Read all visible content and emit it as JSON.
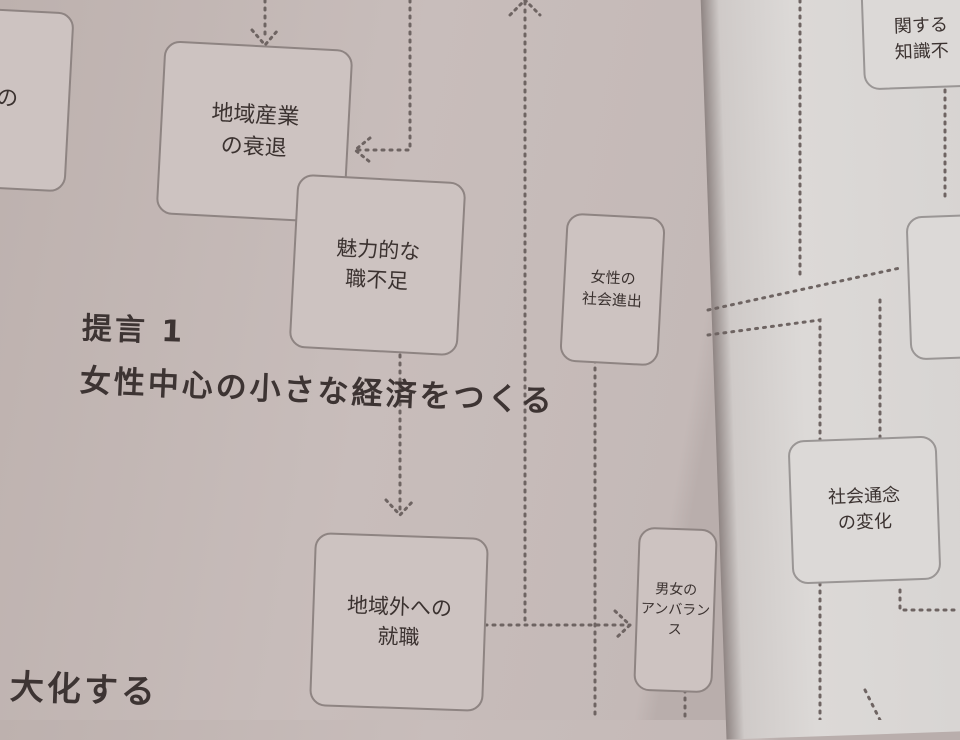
{
  "diagram": {
    "nodes": {
      "left_partial": "の",
      "regional_industry_decline": [
        "地域産業",
        "の衰退"
      ],
      "lack_of_attractive_jobs": [
        "魅力的な",
        "職不足"
      ],
      "women_social_advance": [
        "女性の",
        "社会進出"
      ],
      "employment_outside_region": [
        "地域外への",
        "就職"
      ],
      "gender_imbalance": [
        "男女の",
        "アンバランス"
      ],
      "social_norm_change": [
        "社会通念",
        "の変化"
      ],
      "knowledge_lack_partial": [
        "関する",
        "知識不"
      ]
    },
    "proposal": {
      "label": "提言 1",
      "text": "女性中心の小さな経済をつくる"
    },
    "bottom_partial_heading": "大化する"
  }
}
